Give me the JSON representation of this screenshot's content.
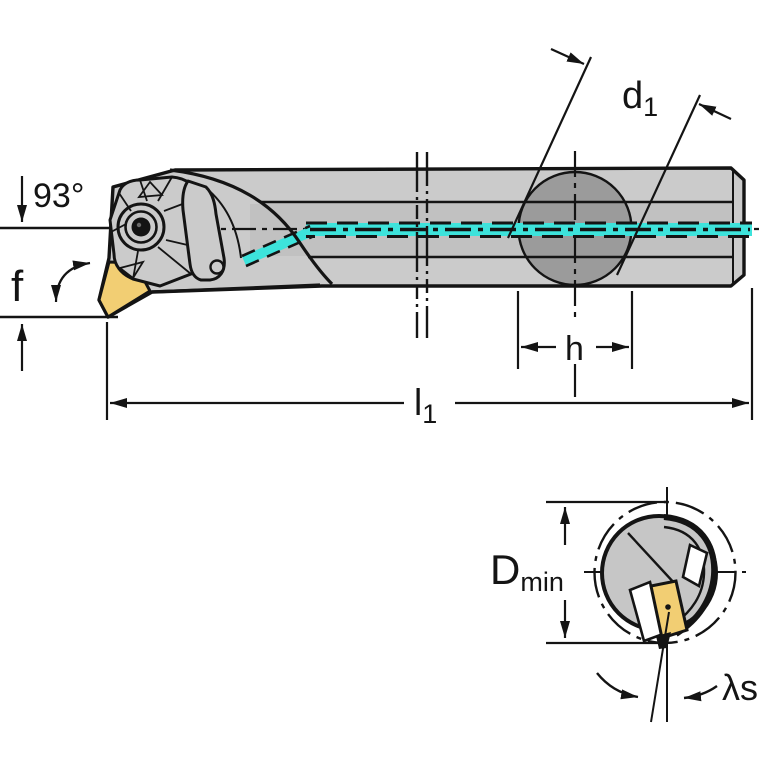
{
  "drawing": {
    "type": "technical-dimension-drawing",
    "views": {
      "main_view": {
        "dim_lead_angle": "93°",
        "dim_f": "f",
        "dim_d1": {
          "base": "d",
          "sub": "1"
        },
        "dim_h": "h",
        "dim_l1": {
          "base": "l",
          "sub": "1"
        }
      },
      "end_view": {
        "dim_dmin": {
          "base": "D",
          "sub": "min"
        },
        "dim_lambda": "λs"
      }
    }
  },
  "colors": {
    "line": "#141414",
    "body-gray": "#cbcbcb",
    "band-gray": "#c1c1c1",
    "end-body-gray": "#c6c6c6",
    "hole-gray": "#9b9b9b",
    "insert-yellow": "#f2ce73",
    "coolant-cyan": "#3de3db",
    "white": "#ffffff"
  }
}
